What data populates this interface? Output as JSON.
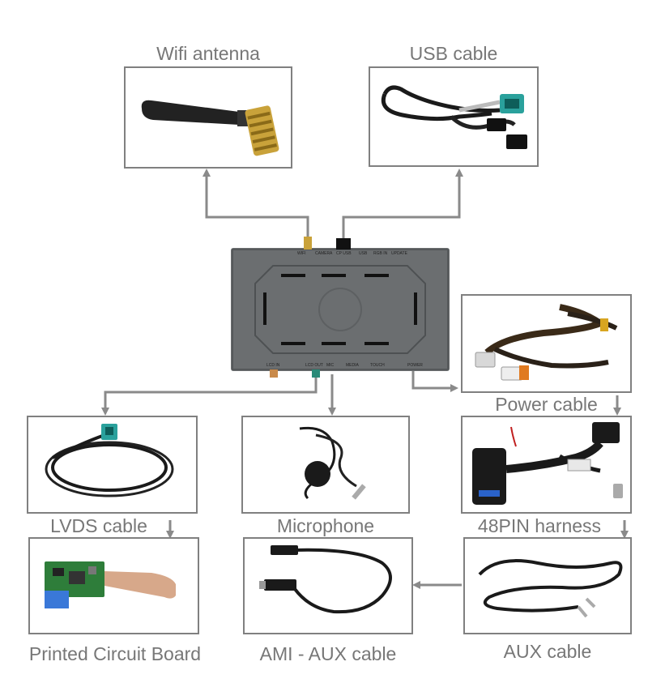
{
  "components": {
    "wifi_antenna": {
      "label": "Wifi antenna"
    },
    "usb_cable": {
      "label": "USB cable"
    },
    "power_cable": {
      "label": "Power cable"
    },
    "lvds_cable": {
      "label": "LVDS cable"
    },
    "microphone": {
      "label": "Microphone"
    },
    "harness_48pin": {
      "label": "48PIN harness"
    },
    "pcb": {
      "label": "Printed Circuit Board"
    },
    "ami_aux_cable": {
      "label": "AMI - AUX cable"
    },
    "aux_cable": {
      "label": "AUX cable"
    }
  },
  "device_ports": {
    "top": [
      "WIFI",
      "CAMERA",
      "CP USB",
      "USB",
      "RGB IN",
      "UPDATE"
    ],
    "bottom": [
      "LCD IN",
      "LCD OUT",
      "MIC",
      "MEDIA",
      "TOUCH",
      "POWER"
    ]
  },
  "colors": {
    "line": "#8a8a8a",
    "box_border": "#808080",
    "label": "#777777",
    "device": "#6b6e70"
  }
}
